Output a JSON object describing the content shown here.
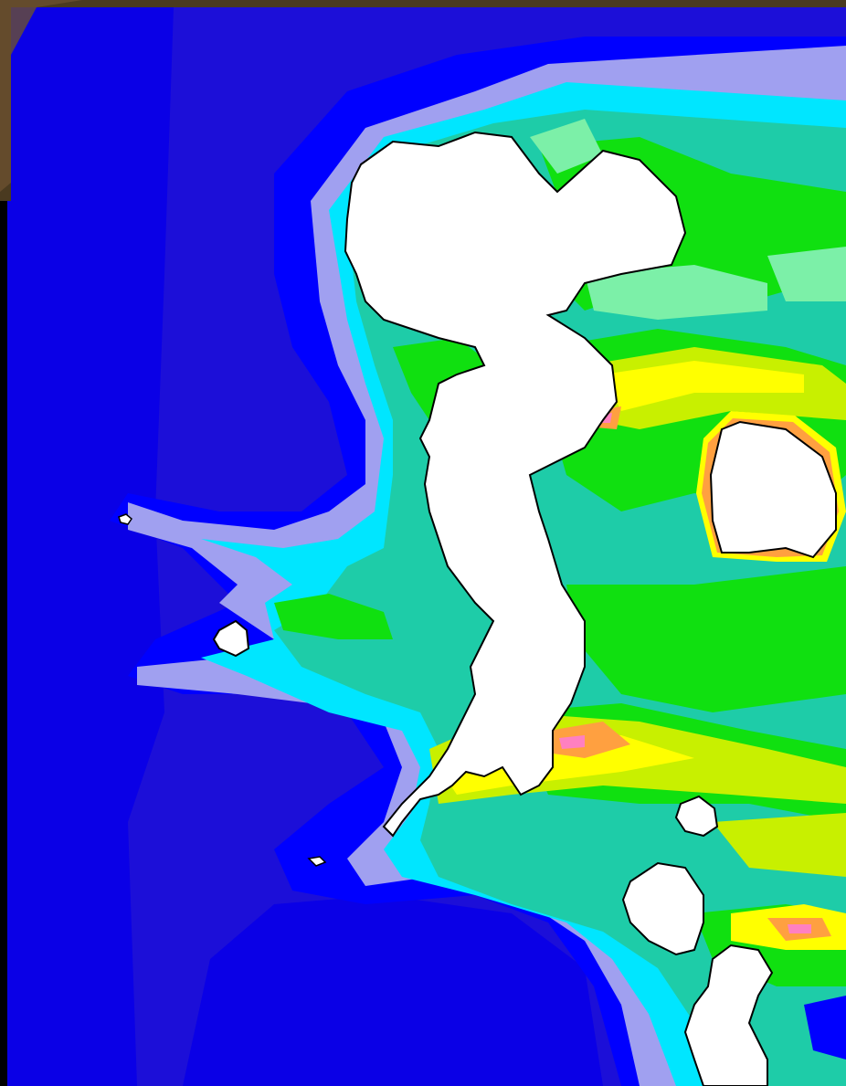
{
  "colors": {
    "deep_water": "#0a00e6",
    "dark_blue": "#1c0fd8",
    "blue": "#0000ff",
    "lavender": "#a0a0f0",
    "cyan": "#00e6ff",
    "teal": "#1ecca8",
    "mint": "#7cf0a8",
    "green": "#10e010",
    "yellow_green": "#c8f000",
    "yellow": "#ffff00",
    "orange": "#ffa040",
    "pink": "#ff80c0",
    "land": "#ffffff",
    "coastline": "#000000",
    "frame": "#000000"
  },
  "map": {
    "type": "wave-height contour map",
    "land_masses": [
      "main-peninsula",
      "east-island",
      "southeast-island",
      "south-island",
      "small-southwest-island",
      "tiny-west-islet",
      "tiny-southeast-islet"
    ],
    "contour_levels": [
      "deep_water",
      "dark_blue",
      "lavender",
      "cyan",
      "teal",
      "mint",
      "green",
      "yellow_green",
      "yellow",
      "orange",
      "pink"
    ]
  }
}
